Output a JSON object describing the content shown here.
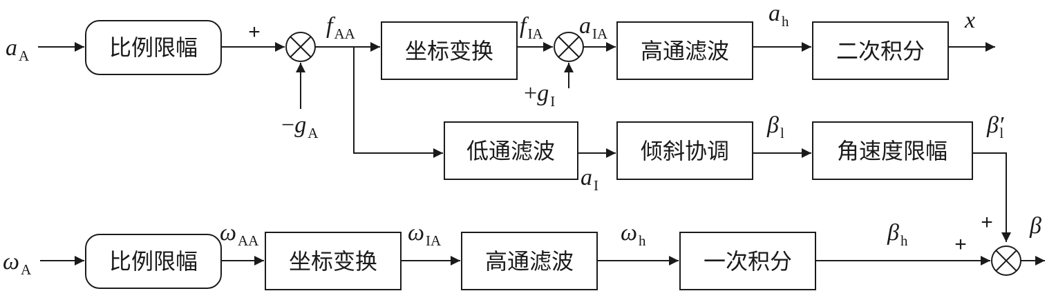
{
  "blocks": {
    "limit1": "比例限幅",
    "transform1": "坐标变换",
    "highpass1": "高通滤波",
    "double_integral": "二次积分",
    "lowpass": "低通滤波",
    "tilt": "倾斜协调",
    "rate_limit": "角速度限幅",
    "limit2": "比例限幅",
    "transform2": "坐标变换",
    "highpass2": "高通滤波",
    "single_integral": "一次积分"
  },
  "signals": {
    "aA": {
      "sym": "a",
      "sub": "A"
    },
    "fAA": {
      "sym": "f",
      "sub": "AA"
    },
    "gA": {
      "pre": "−",
      "sym": "g",
      "sub": "A"
    },
    "fIA": {
      "sym": "f",
      "sub": "IA"
    },
    "aIA": {
      "sym": "a",
      "sub": "IA"
    },
    "gI": {
      "pre": "+",
      "sym": "g",
      "sub": "I"
    },
    "ah": {
      "sym": "a",
      "sub": "h"
    },
    "x": {
      "sym": "x"
    },
    "aI": {
      "sym": "a",
      "sub": "I"
    },
    "beta_l": {
      "sym": "β",
      "sub": "l"
    },
    "beta_l_prime": {
      "sym": "β′",
      "sub": "l"
    },
    "beta": {
      "sym": "β"
    },
    "omegaA": {
      "sym": "ω",
      "sub": "A"
    },
    "omegaAA": {
      "sym": "ω",
      "sub": "AA"
    },
    "omegaIA": {
      "sym": "ω",
      "sub": "IA"
    },
    "omegah": {
      "sym": "ω",
      "sub": "h"
    },
    "betah": {
      "sym": "β",
      "sub": "h"
    }
  },
  "signs": {
    "sum1_plus": "+",
    "sum3_plus_top": "+",
    "sum3_plus_left": "+"
  }
}
